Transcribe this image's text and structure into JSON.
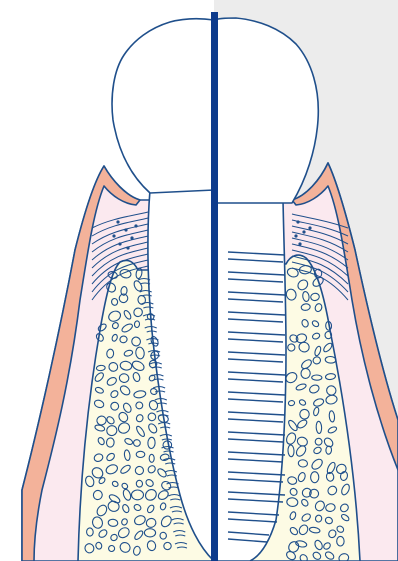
{
  "colors": {
    "background_left": "#ffffff",
    "background_right": "#ececec",
    "outline": "#1f4f8b",
    "divider": "#0d3b8c",
    "gum_soft_tissue": "#fbe9ef",
    "gum_epithelium": "#f3b29a",
    "bone": "#fdfbe4",
    "tooth_and_implant": "#ffffff"
  },
  "panels": [
    {
      "name": "natural-tooth",
      "side": "left"
    },
    {
      "name": "dental-implant",
      "side": "right"
    }
  ]
}
